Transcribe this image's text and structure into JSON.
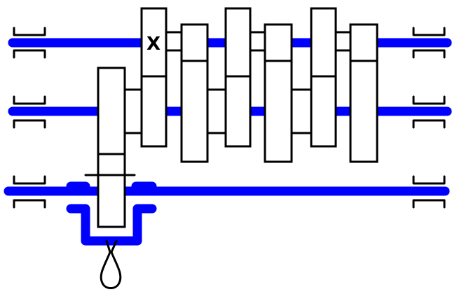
{
  "diagram": {
    "colors": {
      "shaft": "#0000ff",
      "outline": "#000000",
      "background": "#ffffff"
    },
    "marker_label": "X",
    "shafts": [
      {
        "name": "upper-shaft"
      },
      {
        "name": "middle-shaft"
      },
      {
        "name": "lower-shaft"
      }
    ],
    "bearings": [
      "left-upper",
      "left-middle",
      "left-lower",
      "right-upper",
      "right-middle",
      "right-lower"
    ],
    "gear_columns": 7,
    "control": "shift-fork-with-lever"
  }
}
